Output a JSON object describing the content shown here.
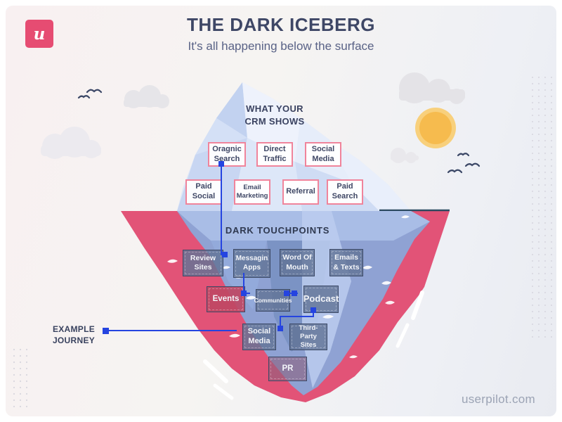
{
  "brand": {
    "logo_letter": "u",
    "website_label": "userpilot.com"
  },
  "header": {
    "title": "THE DARK ICEBERG",
    "subtitle": "It's all happening below the surface"
  },
  "annotations": {
    "crm_line1": "WHAT YOUR",
    "crm_line2": "CRM SHOWS",
    "dark_touchpoints": "DARK TOUCHPOINTS",
    "journey_line1": "EXAMPLE",
    "journey_line2": "JOURNEY"
  },
  "crm_boxes": [
    {
      "id": "oragnic-search",
      "label": "Oragnic Search"
    },
    {
      "id": "direct-traffic",
      "label": "Direct Traffic"
    },
    {
      "id": "social-media",
      "label": "Social Media"
    },
    {
      "id": "paid-social",
      "label": "Paid Social"
    },
    {
      "id": "email-marketing",
      "label": "Email Marketing"
    },
    {
      "id": "referral",
      "label": "Referral"
    },
    {
      "id": "paid-search",
      "label": "Paid Search"
    }
  ],
  "dark_boxes": [
    {
      "id": "review-sites",
      "label": "Review Sites"
    },
    {
      "id": "messagin-apps",
      "label": "Messagin Apps"
    },
    {
      "id": "word-of-mouth",
      "label": "Word Of Mouth"
    },
    {
      "id": "emails-texts",
      "label": "Emails & Texts"
    },
    {
      "id": "events",
      "label": "Events"
    },
    {
      "id": "communities",
      "label": "Communities"
    },
    {
      "id": "podcast",
      "label": "Podcast"
    },
    {
      "id": "social-media",
      "label": "Social Media"
    },
    {
      "id": "third-party-sites",
      "label": "Third-Party Sites"
    },
    {
      "id": "pr",
      "label": "PR"
    }
  ],
  "colors": {
    "brand_pink": "#e64c72",
    "water_pink": "#e25377",
    "journey_blue": "#2544e0",
    "crm_box_border": "#f0849b",
    "dark_box_bg": "#627496",
    "events_red": "#bf4864",
    "iceberg_above": "#dfe8f8",
    "iceberg_below": "#8ba5d6",
    "title_navy": "#3e4766",
    "sun_yellow": "#f6bb4e"
  }
}
